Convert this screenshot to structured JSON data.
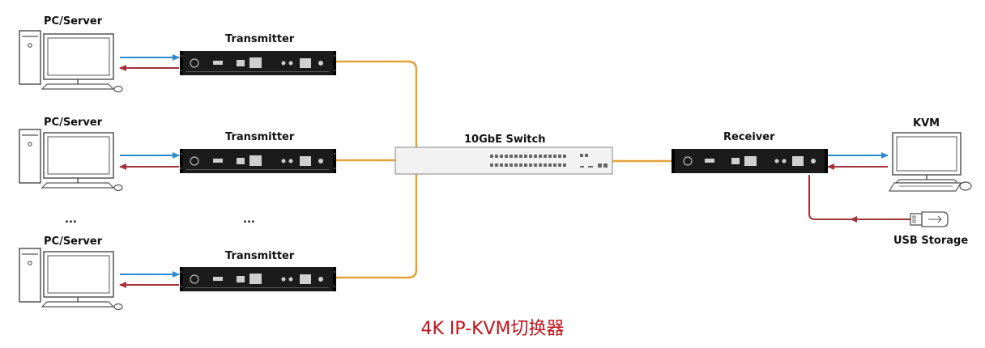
{
  "labels": {
    "pc1": "PC/Server",
    "pc2": "PC/Server",
    "pc3": "PC/Server",
    "tx1": "Transmitter",
    "tx2": "Transmitter",
    "tx3": "Transmitter",
    "ellipsis_left": "...",
    "ellipsis_mid": "...",
    "switch": "10GbE Switch",
    "receiver": "Receiver",
    "kvm": "KVM",
    "usb": "USB Storage"
  },
  "title": "4K IP-KVM切换器",
  "colors": {
    "fiber": "#e2a23a",
    "signal_out": "#2b8ad0",
    "signal_in": "#a3323a",
    "title": "#c0141a",
    "device": "#1b1b1b"
  }
}
